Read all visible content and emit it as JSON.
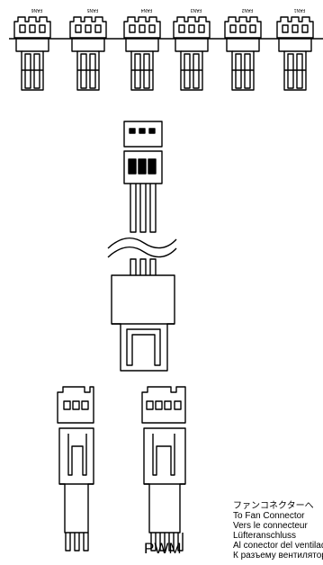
{
  "header": {
    "fan_headers": [
      {
        "label": "FAN6"
      },
      {
        "label": "FAN5"
      },
      {
        "label": "FAN4"
      },
      {
        "label": "FAN3"
      },
      {
        "label": "FAN2"
      },
      {
        "label": "FAN1"
      }
    ]
  },
  "bottom": {
    "pwm_label": "PWM",
    "connect_lines": [
      "ファンコネクターへ",
      "To Fan Connector",
      "Vers le connecteur",
      "Lüfteranschluss",
      "Al conector del ventilador",
      "К разъему вентилятора"
    ]
  }
}
